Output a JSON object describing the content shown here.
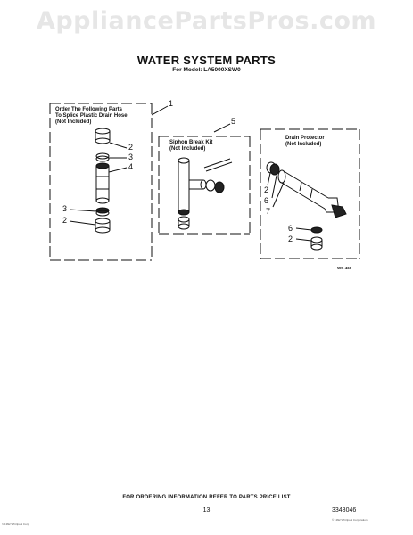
{
  "watermark": "AppliancePartsPros.com",
  "title": "WATER SYSTEM PARTS",
  "model": "For Model: LA5000XSW0",
  "boxes": {
    "drain_hose": {
      "line1": "Order The Following Parts",
      "line2": "To Splice Plastic Drain Hose",
      "line3": "(Not Included)"
    },
    "siphon_break": {
      "line1": "Siphon Break Kit",
      "line2": "(Not Included)"
    },
    "drain_protector": {
      "line1": "Drain Protector",
      "line2": "(Not Included)"
    }
  },
  "callouts": {
    "c1": "1",
    "c2a": "2",
    "c3a": "3",
    "c4": "4",
    "c3b": "3",
    "c2b": "2",
    "c5": "5",
    "c2c": "2",
    "c6a": "6",
    "c7": "7",
    "c6b": "6",
    "c2d": "2"
  },
  "diagram_code": "WS-460",
  "footer": "FOR ORDERING INFORMATION REFER TO PARTS PRICE LIST",
  "page_number": "13",
  "doc_number": "3348046",
  "copyright_left": "© 1992 Whirlpool Corp.",
  "copyright_right": "© 1992 Whirlpool Corporation"
}
